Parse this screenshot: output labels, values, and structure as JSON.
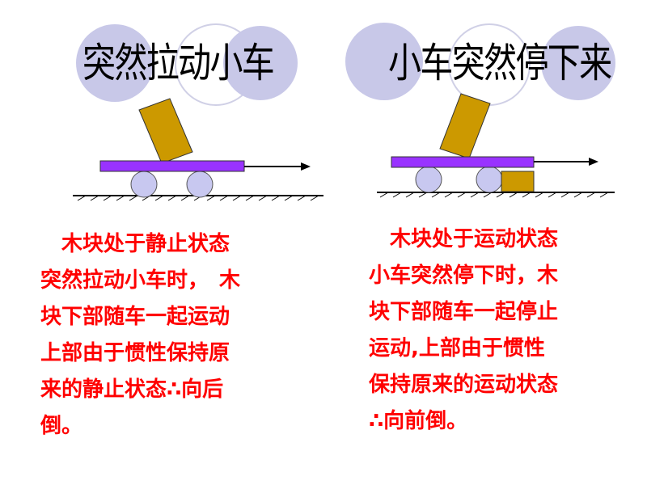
{
  "panels": [
    {
      "title": "突然拉动小车",
      "lines": [
        "　木块处于静止状态",
        "突然拉动小车时，　木",
        "块下部随车一起运动",
        "上部由于惯性保持原",
        "来的静止状态∴向后",
        "倒。"
      ]
    },
    {
      "title": "小车突然停下来",
      "lines": [
        "　木块处于运动状态",
        "小车突然停下时，木",
        "块下部随车一起停止",
        "运动,上部由于惯性",
        "保持原来的运动状态",
        "∴向前倒。"
      ]
    }
  ],
  "colors": {
    "accent_circle": "#c8c8e8",
    "cart_body": "#9933ff",
    "wheel": "#c8c8f0",
    "block": "#cc9900",
    "text": "#ff0000"
  }
}
